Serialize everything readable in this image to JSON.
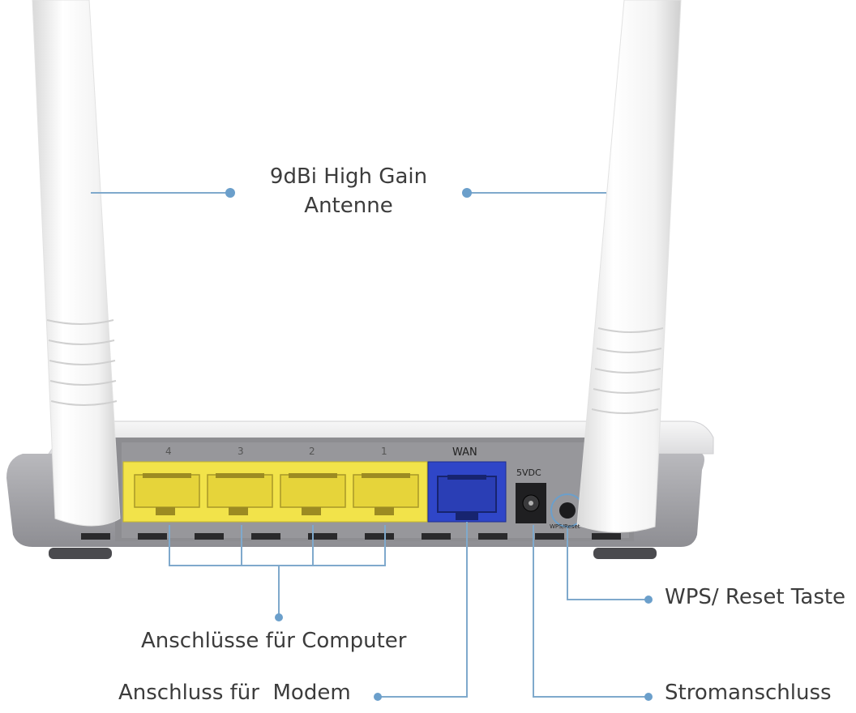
{
  "labels": {
    "antenna_line1": "9dBi High Gain",
    "antenna_line2": "Antenne",
    "computer_ports": "Anschlüsse für Computer",
    "modem_port": "Anschluss für  Modem",
    "wps_reset": "WPS/ Reset Taste",
    "power": "Stromanschluss"
  },
  "device": {
    "lan_ports": [
      "4",
      "3",
      "2",
      "1"
    ],
    "wan_label": "WAN",
    "power_label": "5VDC",
    "wps_button_label": "WPS/Reset"
  },
  "colors": {
    "callout_line": "#7fa9cc",
    "callout_dot": "#6b9fcb",
    "lan_port": "#f2e34a",
    "wan_port": "#2f46c8",
    "router_body": "#9a9a9e",
    "antenna": "#f4f4f4"
  }
}
